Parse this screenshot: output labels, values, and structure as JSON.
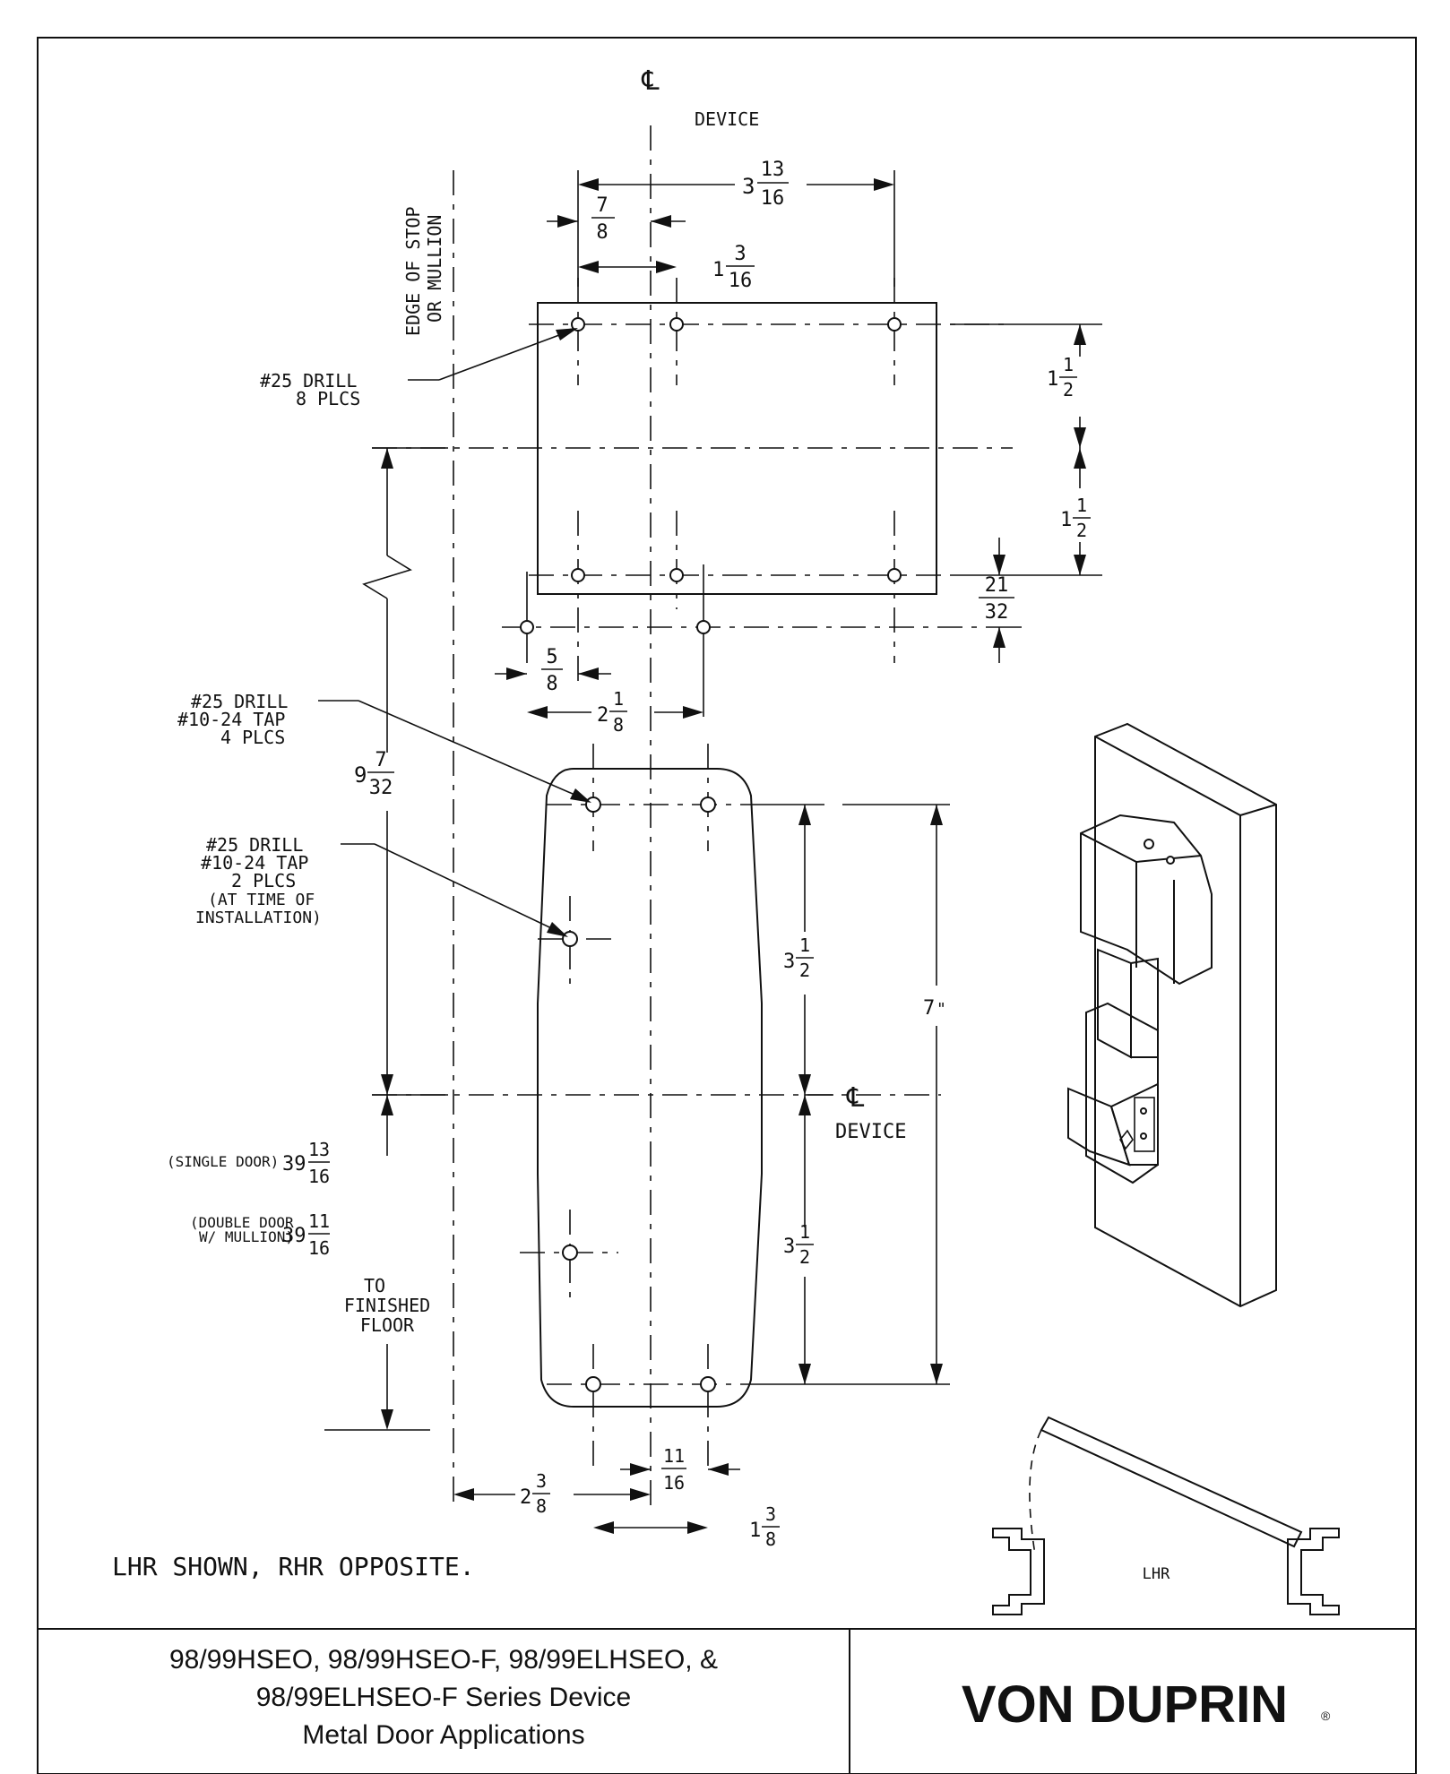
{
  "labels": {
    "cl_top": "℄",
    "device_top": "DEVICE",
    "edge_stop": "EDGE OF STOP",
    "or_mullion": "OR MULLION",
    "drill1_a": "#25 DRILL",
    "drill1_b": "8 PLCS",
    "drill2_a": "#25 DRILL",
    "drill2_b": "#10-24 TAP",
    "drill2_c": "4 PLCS",
    "drill3_a": "#25 DRILL",
    "drill3_b": "#10-24 TAP",
    "drill3_c": "2 PLCS",
    "drill3_d": "(AT TIME OF",
    "drill3_e": "INSTALLATION)",
    "cl_mid": "℄",
    "device_mid": "DEVICE",
    "single_door": "(SINGLE DOOR)",
    "double_door_a": "(DOUBLE DOOR",
    "double_door_b": "W/ MULLION)",
    "to": "TO",
    "finished": "FINISHED",
    "floor": "FLOOR",
    "lhr_shown": "LHR SHOWN, RHR OPPOSITE.",
    "lhr": "LHR"
  },
  "dims": {
    "d_3_13_16": {
      "whole": "3",
      "num": "13",
      "den": "16"
    },
    "d_7_8": {
      "whole": "",
      "num": "7",
      "den": "8"
    },
    "d_1_3_16": {
      "whole": "1",
      "num": "3",
      "den": "16"
    },
    "d_1_1_2_a": {
      "whole": "1",
      "num": "1",
      "den": "2"
    },
    "d_1_1_2_b": {
      "whole": "1",
      "num": "1",
      "den": "2"
    },
    "d_21_32": {
      "whole": "",
      "num": "21",
      "den": "32"
    },
    "d_5_8": {
      "whole": "",
      "num": "5",
      "den": "8"
    },
    "d_2_1_8": {
      "whole": "2",
      "num": "1",
      "den": "8"
    },
    "d_9_7_32": {
      "whole": "9",
      "num": "7",
      "den": "32"
    },
    "d_3_1_2_a": {
      "whole": "3",
      "num": "1",
      "den": "2"
    },
    "d_7": {
      "whole": "7",
      "num": "",
      "den": ""
    },
    "d_3_1_2_b": {
      "whole": "3",
      "num": "1",
      "den": "2"
    },
    "d_39_13_16": {
      "whole": "39",
      "num": "13",
      "den": "16"
    },
    "d_39_11_16": {
      "whole": "39",
      "num": "11",
      "den": "16"
    },
    "d_2_3_8": {
      "whole": "2",
      "num": "3",
      "den": "8"
    },
    "d_11_16": {
      "whole": "",
      "num": "11",
      "den": "16"
    },
    "d_1_3_8": {
      "whole": "1",
      "num": "3",
      "den": "8"
    }
  },
  "title_block": {
    "line1": "98/99HSEO, 98/99HSEO-F, 98/99ELHSEO, &",
    "line2": "98/99ELHSEO-F Series Device",
    "line3": "Metal Door Applications",
    "brand": "VON DUPRIN",
    "brand_mark": "®"
  }
}
